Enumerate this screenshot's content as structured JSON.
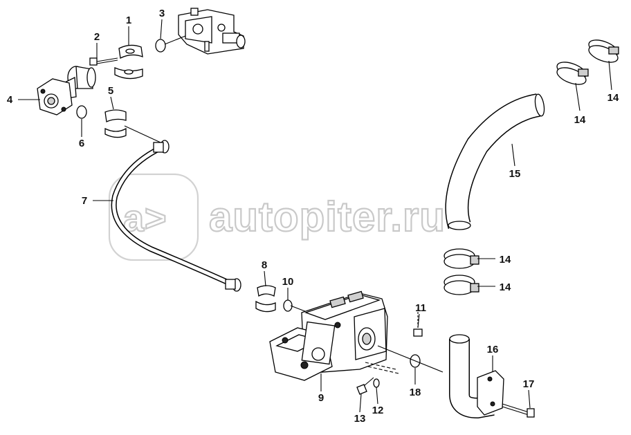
{
  "watermark": {
    "text": "autopiter.ru"
  },
  "callouts": {
    "c1": "1",
    "c2": "2",
    "c3": "3",
    "c4": "4",
    "c5": "5",
    "c6": "6",
    "c7": "7",
    "c8": "8",
    "c9": "9",
    "c10": "10",
    "c11": "11",
    "c12": "12",
    "c13": "13",
    "c14a": "14",
    "c14b": "14",
    "c14c": "14",
    "c14d": "14",
    "c15": "15",
    "c16": "16",
    "c17": "17",
    "c18": "18"
  }
}
